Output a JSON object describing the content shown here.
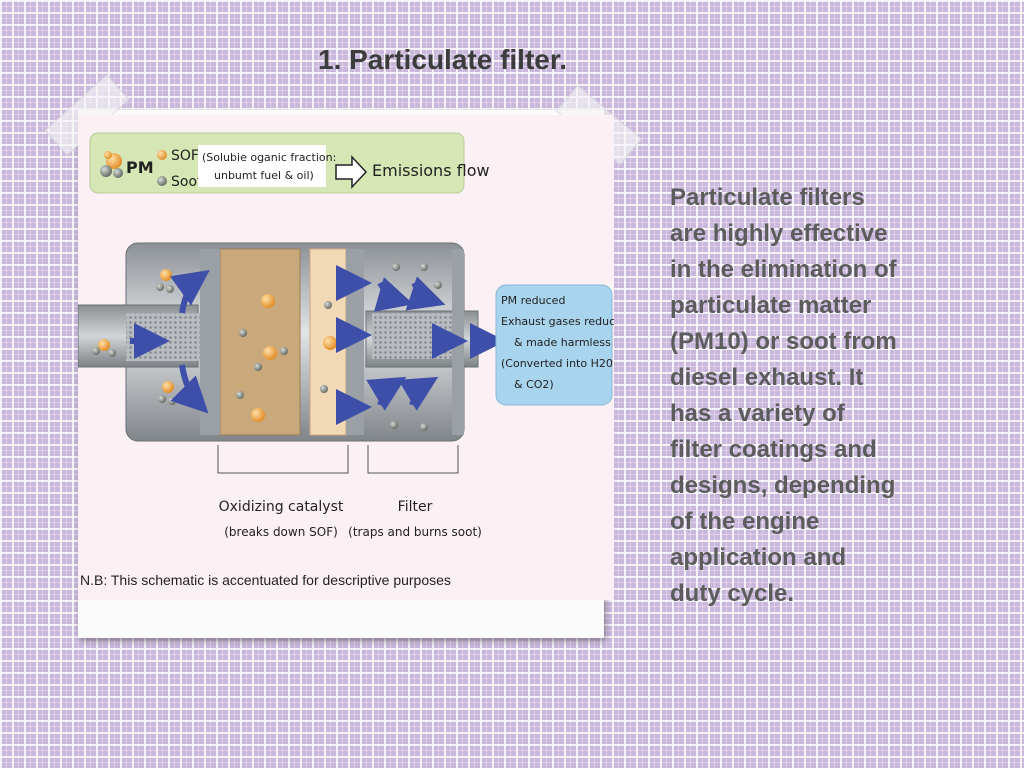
{
  "slide": {
    "title": "1. Particulate filter.",
    "body_lines": [
      "Particulate filters",
      "are highly effective",
      "in the elimination of",
      "particulate matter",
      "(PM10) or soot from",
      "diesel exhaust. It",
      "has a variety of",
      "filter coatings and",
      "designs, depending",
      "of the engine",
      "application and",
      "duty cycle."
    ]
  },
  "diagram": {
    "legend": {
      "pm_label": "PM",
      "sof_label": "SOF",
      "sof_note_line1": "(Solubie oganic fraction:",
      "sof_note_line2": "unbumt fuel & oil)",
      "soot_label": "Soot",
      "flow_label": "Emissions flow"
    },
    "result_box": {
      "line1": "PM reduced",
      "line2": "Exhaust gases reduced",
      "line3": "& made harmless",
      "line4": "(Converted into H20",
      "line5": "& CO2)"
    },
    "catalyst_label": "Oxidizing catalyst",
    "catalyst_sub": "(breaks down SOF)",
    "filter_label": "Filter",
    "filter_sub": "(traps and burns soot)",
    "note": "N.B: This schematic is accentuated for descriptive purposes"
  },
  "colors": {
    "legend_bg": "#d6e6b4",
    "result_bg": "#a9d4ee",
    "catalyst_fill": "#c9a87c",
    "sof_particle": "#f2a644",
    "soot_particle": "#8f948c",
    "arrow_blue": "#3d4fa8"
  }
}
